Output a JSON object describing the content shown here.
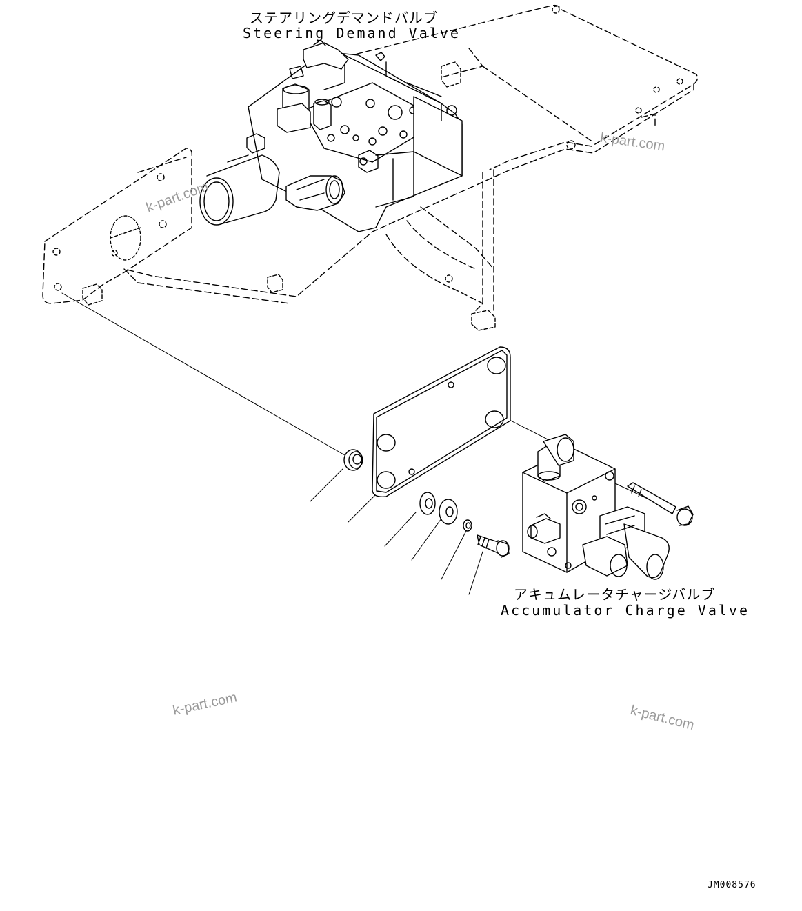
{
  "labels": {
    "steering_demand_valve_jp": "ステアリングデマンドバルブ",
    "steering_demand_valve_en": "Steering Demand Valve",
    "accumulator_charge_valve_jp": "アキュムレータチャージバルブ",
    "accumulator_charge_valve_en": "Accumulator Charge Valve"
  },
  "watermarks": [
    "k-part.com",
    "k-part.com",
    "k-part.com",
    "k-part.com"
  ],
  "drawing_code": "JM008576",
  "colors": {
    "line": "#000000",
    "background": "#ffffff",
    "watermark": "#9a9a9a"
  }
}
